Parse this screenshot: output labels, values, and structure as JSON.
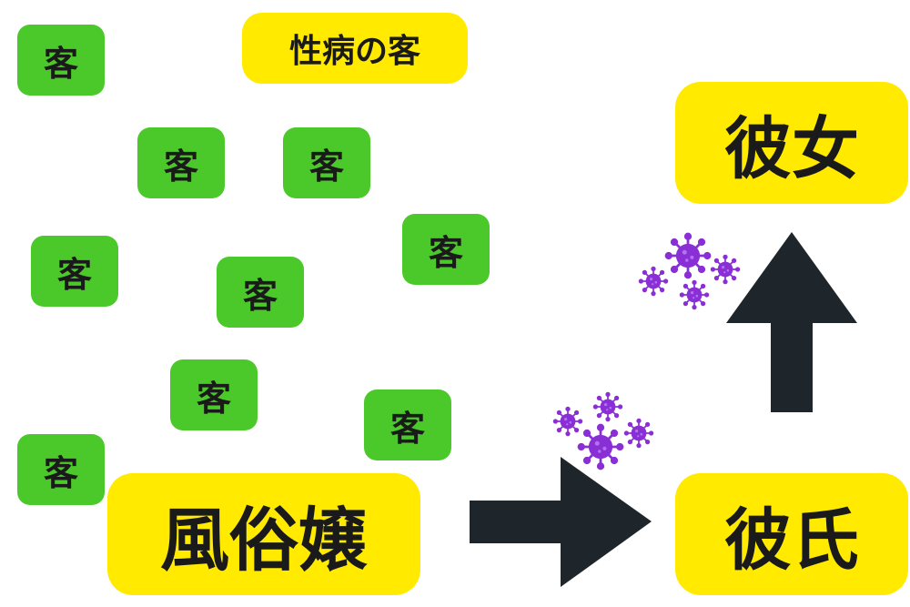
{
  "labels": {
    "std_client": "性病の客",
    "girlfriend": "彼女",
    "sex_worker": "風俗嬢",
    "boyfriend": "彼氏"
  },
  "clients": [
    "客",
    "客",
    "客",
    "客",
    "客",
    "客",
    "客",
    "客",
    "客"
  ],
  "colors": {
    "client_green": "#4cc92a",
    "label_yellow": "#ffea00",
    "arrow_dark": "#1f262b",
    "virus_purple": "#8a2fd6"
  },
  "icons": {
    "virus": "virus-icon",
    "arrow_right": "arrow-right-icon",
    "arrow_up": "arrow-up-icon"
  }
}
